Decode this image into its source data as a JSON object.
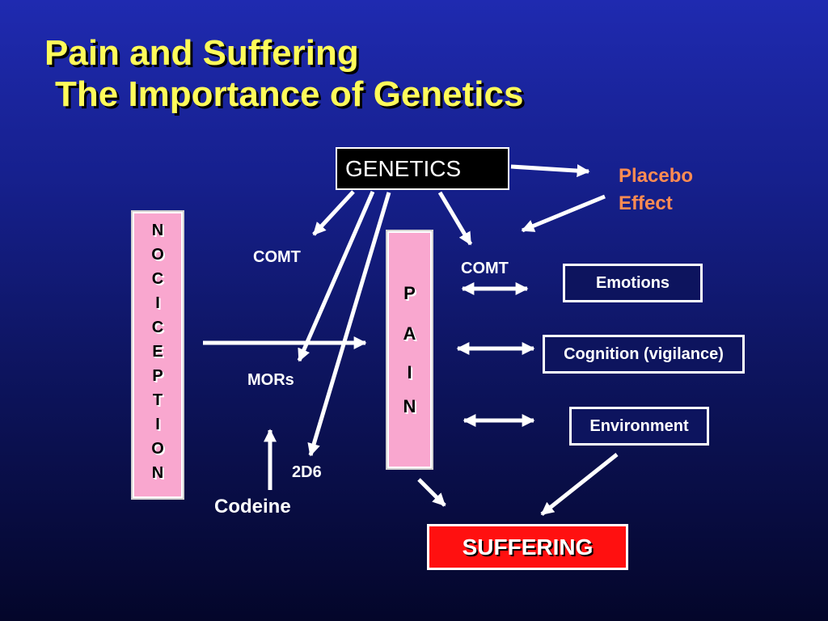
{
  "slide": {
    "title_line1": "Pain and Suffering",
    "title_line2": "The Importance of Genetics"
  },
  "nodes": {
    "genetics": "GENETICS",
    "placebo_line1": "Placebo",
    "placebo_line2": "Effect",
    "comt_left": "COMT",
    "comt_right": "COMT",
    "mors": "MORs",
    "cyp_2d6": "2D6",
    "codeine": "Codeine",
    "emotions": "Emotions",
    "cognition": "Cognition (vigilance)",
    "environment": "Environment",
    "suffering": "SUFFERING"
  },
  "nociception_letters": [
    "N",
    "O",
    "C",
    "I",
    "C",
    "E",
    "P",
    "T",
    "I",
    "O",
    "N"
  ],
  "pain_letters": [
    "P",
    "A",
    "I",
    "N"
  ],
  "colors": {
    "title": "#fffb5a",
    "placebo": "#ff8c52",
    "pink_column": "#f9a7cf",
    "suffering_box": "#ff1010",
    "arrows": "#ffffff"
  }
}
